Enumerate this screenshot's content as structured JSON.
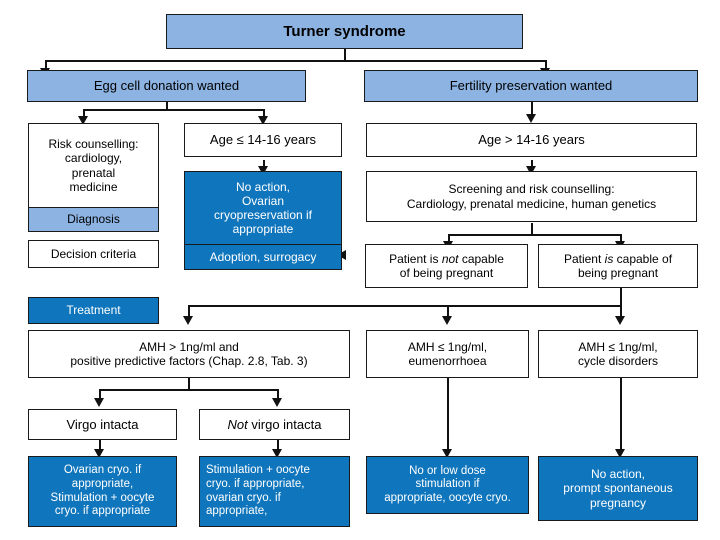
{
  "diagram": {
    "title": "Turner syndrome fertility management flowchart",
    "colors": {
      "light_blue": "#8CB3E2",
      "dark_blue": "#0F75BC",
      "white": "#ffffff",
      "border": "#1a1a1a",
      "connector": "#111111"
    },
    "legend": {
      "diagnosis_label": "Diagnosis",
      "decision_label": "Decision criteria",
      "treatment_label": "Treatment"
    },
    "nodes": {
      "root": "Turner syndrome",
      "branch_egg": "Egg cell donation wanted",
      "branch_fertility": "Fertility preservation wanted",
      "risk_counselling": "Risk counselling:\ncardiology,\nprenatal\nmedicine",
      "age_le": "Age ≤ 14-16 years",
      "age_gt": "Age > 14-16 years",
      "no_action_cryo": "No action,\nOvarian\ncryopreservation if\nappropriate",
      "adoption": "Adoption, surrogacy",
      "screening": "Screening and risk counselling:\nCardiology, prenatal medicine, human genetics",
      "not_capable_pre": "Patient is ",
      "not_capable_em": "not",
      "not_capable_post": " capable\nof being pregnant",
      "is_capable_pre": "Patient ",
      "is_capable_em": "is",
      "is_capable_post": " capable of\nbeing pregnant",
      "amh_high": "AMH > 1ng/ml and\npositive predictive factors (Chap. 2.8, Tab. 3)",
      "amh_low_eumen": "AMH ≤ 1ng/ml,\neumenorrhoea",
      "amh_low_cycle": "AMH ≤ 1ng/ml,\ncycle disorders",
      "virgo": "Virgo intacta",
      "not_virgo_em": "Not",
      "not_virgo_post": " virgo intacta",
      "treat_virgo": "Ovarian cryo. if\nappropriate,\nStimulation + oocyte\ncryo. if appropriate",
      "treat_not_virgo": "Stimulation + oocyte\ncryo. if appropriate,\novarian cryo. if\nappropriate,",
      "treat_eumen": "No or low dose\nstimulation if\nappropriate, oocyte cryo.",
      "treat_cycle": "No action,\nprompt spontaneous\npregnancy"
    }
  }
}
